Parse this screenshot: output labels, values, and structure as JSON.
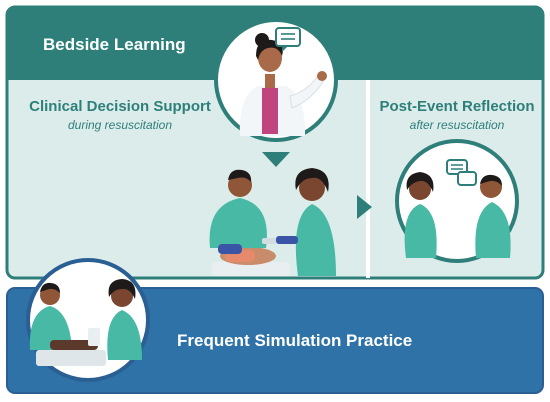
{
  "top_panel": {
    "title": "Bedside Learning",
    "colors": {
      "header": "#2e7f7a",
      "body": "#dcecea",
      "border": "#2e7f7a"
    }
  },
  "left_section": {
    "title": "Clinical Decision Support",
    "subtitle": "during resuscitation"
  },
  "right_section": {
    "title": "Post-Event Reflection",
    "subtitle": "after resuscitation"
  },
  "bottom_panel": {
    "title": "Frequent Simulation Practice",
    "colors": {
      "fill": "#2f72a8",
      "border": "#2a5f93"
    }
  },
  "icons": [
    "speech-bubble-icon",
    "chat-bubbles-icon",
    "down-arrow-icon",
    "right-arrow-icon"
  ]
}
